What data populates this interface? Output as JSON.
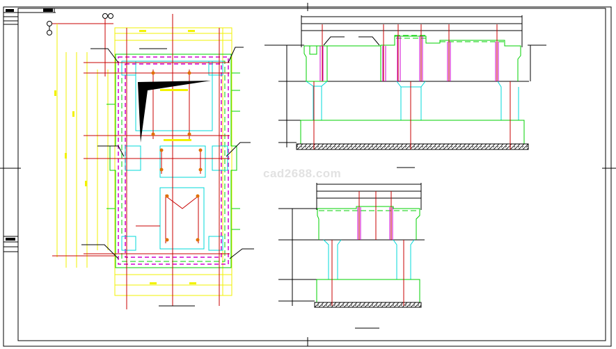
{
  "watermark": "cad2688.com",
  "colors": {
    "outline": "#000000",
    "concrete": "#00d000",
    "column": "#00d8d8",
    "rebar": "#d000d0",
    "axis": "#c80000",
    "dimension": "#f2f200"
  },
  "views": [
    {
      "id": "plan",
      "icon": "plan-view"
    },
    {
      "id": "section-1",
      "icon": "section-view"
    },
    {
      "id": "section-2",
      "icon": "section-view"
    }
  ]
}
